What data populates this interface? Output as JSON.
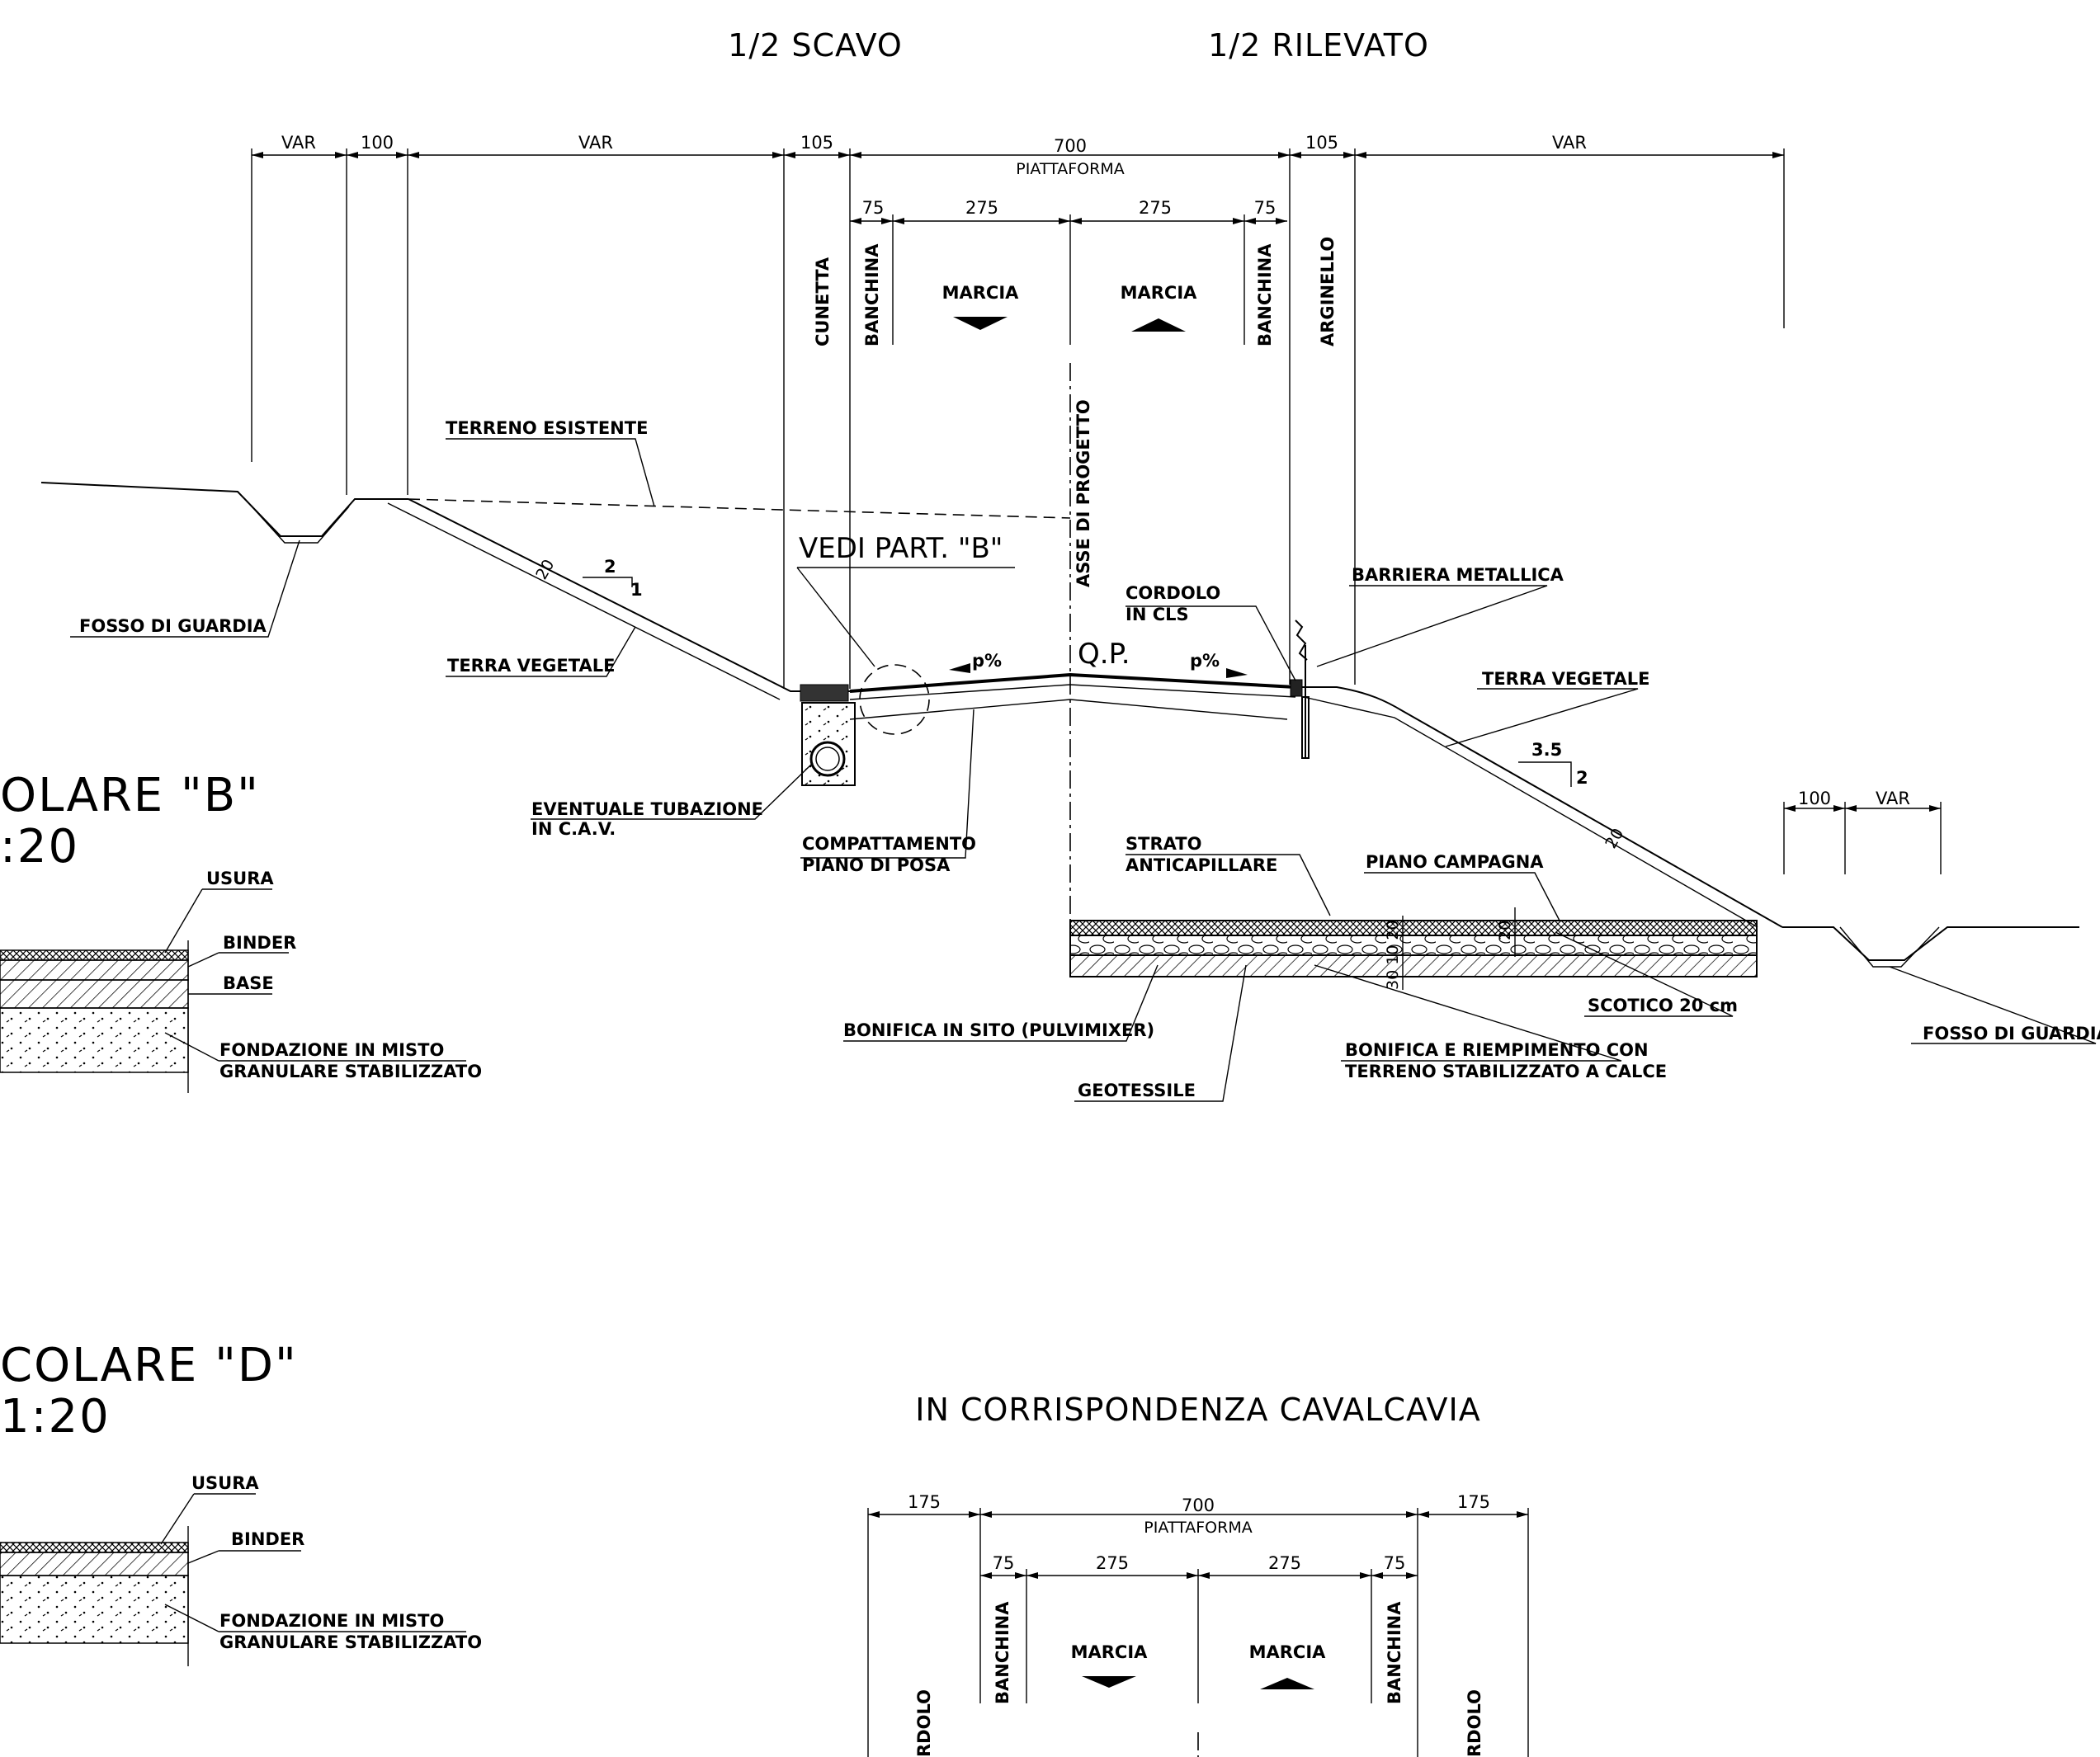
{
  "titles": {
    "half_cut": "1/2 SCAVO",
    "half_fill": "1/2 RILEVATO",
    "overpass": "IN CORRISPONDENZA CAVALCAVIA"
  },
  "details": {
    "b_title": "OLARE \"B\"",
    "b_scale": ":20",
    "d_title": "COLARE \"D\"",
    "d_scale": "1:20"
  },
  "top_dims": {
    "var1": "VAR",
    "d100": "100",
    "var2": "VAR",
    "d105a": "105",
    "d700": "700",
    "piattaforma": "PIATTAFORMA",
    "d105b": "105",
    "var3": "VAR",
    "d75a": "75",
    "d275a": "275",
    "d275b": "275",
    "d75b": "75"
  },
  "top_lanes": {
    "cunetta": "CUNETTA",
    "banchina_l": "BANCHINA",
    "marcia_l": "MARCIA",
    "marcia_r": "MARCIA",
    "banchina_r": "BANCHINA",
    "arginello": "ARGINELLO"
  },
  "section_labels": {
    "terreno_esistente": "TERRENO ESISTENTE",
    "vedi_part_b": "VEDI PART. \"B\"",
    "asse_progetto": "ASSE DI PROGETTO",
    "cordolo_1": "CORDOLO",
    "cordolo_2": "IN CLS",
    "barriera": "BARRIERA METALLICA",
    "fosso_left": "FOSSO DI GUARDIA",
    "terra_vegetale_left": "TERRA VEGETALE",
    "terra_vegetale_right": "TERRA VEGETALE",
    "slope_left_v": "2",
    "slope_left_h": "1",
    "slope_right_v": "3.5",
    "slope_right_h": "2",
    "thickness_left": "20",
    "thickness_right": "20",
    "p_left": "p%",
    "p_right": "p%",
    "qp": "Q.P.",
    "tubazione_1": "EVENTUALE TUBAZIONE",
    "tubazione_2": "IN C.A.V.",
    "compattamento_1": "COMPATTAMENTO",
    "compattamento_2": "PIANO DI POSA",
    "strato_1": "STRATO",
    "strato_2": "ANTICAPILLARE",
    "piano_campagna": "PIANO CAMPAGNA",
    "scotico": "SCOTICO 20 cm",
    "bonifica_sito": "BONIFICA IN SITO (PULVIMIXER)",
    "geotessile": "GEOTESSILE",
    "bonifica_calce_1": "BONIFICA E RIEMPIMENTO CON",
    "bonifica_calce_2": "TERRENO STABILIZZATO A CALCE",
    "fosso_right": "FOSSO DI GUARDIA",
    "dim_100": "100",
    "dim_var": "VAR",
    "layer_dims": "30 10 20",
    "layer_dim_20": "20"
  },
  "detail_b_labels": {
    "usura": "USURA",
    "binder": "BINDER",
    "base": "BASE",
    "fondazione_1": "FONDAZIONE IN MISTO",
    "fondazione_2": "GRANULARE STABILIZZATO"
  },
  "detail_d_labels": {
    "usura": "USURA",
    "binder": "BINDER",
    "fondazione_1": "FONDAZIONE IN MISTO",
    "fondazione_2": "GRANULARE STABILIZZATO"
  },
  "bottom_dims": {
    "d175a": "175",
    "d700": "700",
    "piattaforma": "PIATTAFORMA",
    "d175b": "175",
    "d75a": "75",
    "d275a": "275",
    "d275b": "275",
    "d75b": "75"
  },
  "bottom_lanes": {
    "cordolo_l": "RDOLO",
    "banchina_l": "BANCHINA",
    "marcia_l": "MARCIA",
    "marcia_r": "MARCIA",
    "banchina_r": "BANCHINA",
    "cordolo_r": "RDOLO"
  }
}
